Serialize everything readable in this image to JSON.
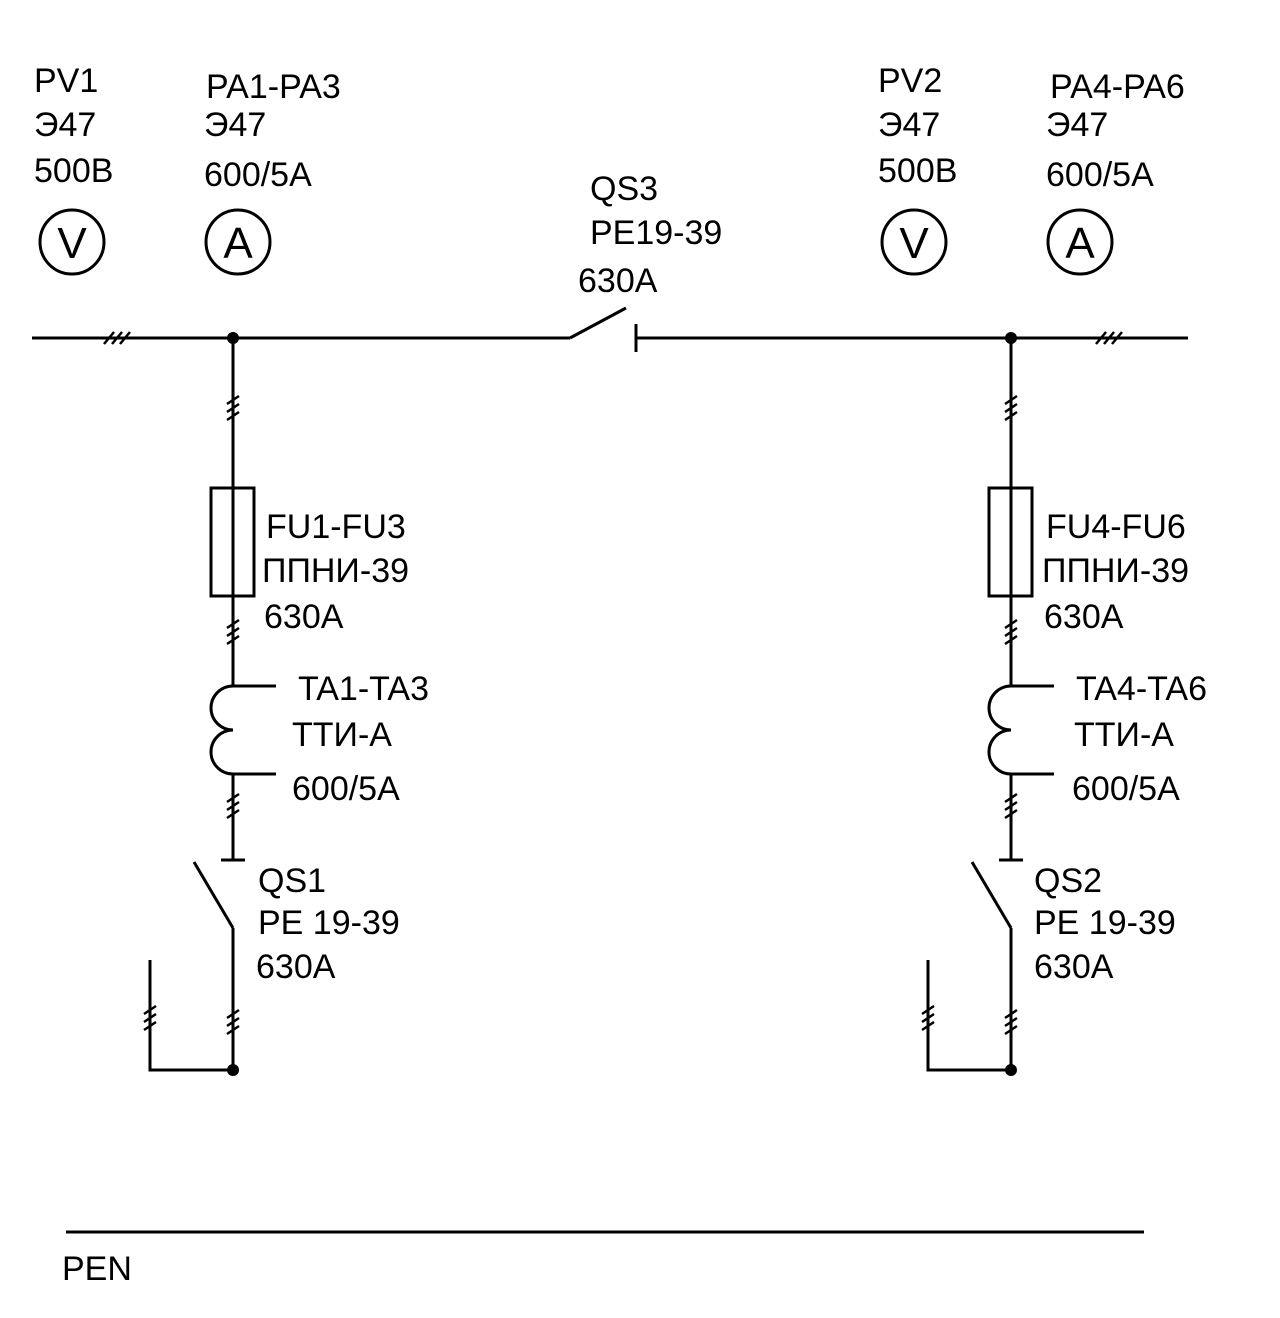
{
  "left_meters": {
    "voltmeter": {
      "id": "PV1",
      "model": "Э47",
      "rating": "500В",
      "symbol": "V"
    },
    "ammeter": {
      "id": "PA1-PA3",
      "model": "Э47",
      "rating": "600/5А",
      "symbol": "A"
    }
  },
  "right_meters": {
    "voltmeter": {
      "id": "PV2",
      "model": "Э47",
      "rating": "500В",
      "symbol": "V"
    },
    "ammeter": {
      "id": "PA4-PA6",
      "model": "Э47",
      "rating": "600/5А",
      "symbol": "A"
    }
  },
  "tie_switch": {
    "id": "QS3",
    "model": "РЕ19-39",
    "rating": "630А"
  },
  "left_feeder": {
    "fuse": {
      "id": "FU1-FU3",
      "model": "ППНИ-39",
      "rating": "630А"
    },
    "ct": {
      "id": "TA1-TA3",
      "model": "ТТИ-А",
      "rating": "600/5А"
    },
    "switch": {
      "id": "QS1",
      "model": "РЕ 19-39",
      "rating": "630А"
    }
  },
  "right_feeder": {
    "fuse": {
      "id": "FU4-FU6",
      "model": "ППНИ-39",
      "rating": "630А"
    },
    "ct": {
      "id": "TA4-TA6",
      "model": "ТТИ-А",
      "rating": "600/5А"
    },
    "switch": {
      "id": "QS2",
      "model": "РЕ 19-39",
      "rating": "630А"
    }
  },
  "pen": {
    "label": "PEN"
  }
}
